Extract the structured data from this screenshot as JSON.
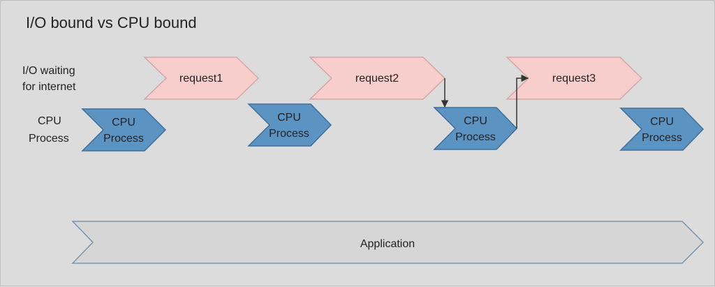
{
  "diagram": {
    "title": "I/O bound vs CPU bound",
    "row_labels": {
      "io_line1": "I/O waiting",
      "io_line2": "for internet",
      "cpu_line1": "CPU",
      "cpu_line2": "Process"
    },
    "requests": [
      {
        "label": "request1"
      },
      {
        "label": "request2"
      },
      {
        "label": "request3"
      }
    ],
    "cpu_processes": [
      {
        "line1": "CPU",
        "line2": "Process"
      },
      {
        "line1": "CPU",
        "line2": "Process"
      },
      {
        "line1": "CPU",
        "line2": "Process"
      },
      {
        "line1": "CPU",
        "line2": "Process"
      }
    ],
    "application": {
      "label": "Application"
    },
    "colors": {
      "background": "#dcdcdc",
      "request_fill": "#f8cecc",
      "request_stroke": "#d4a5a5",
      "cpu_fill": "#5b93c3",
      "cpu_stroke": "#3e6f9a",
      "app_fill": "#d6d6d6",
      "app_stroke": "#7c95ad",
      "connector": "#333333"
    }
  }
}
